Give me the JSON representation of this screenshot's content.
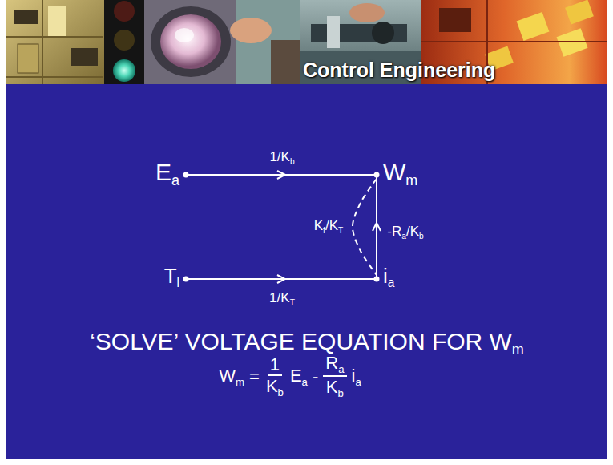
{
  "diagram": {
    "nodes": [
      {
        "text": [
          "Ea"
        ]
      },
      {
        "text": [
          "Wm"
        ]
      },
      {
        "text": [
          "Tl"
        ]
      },
      {
        "text": [
          "ia"
        ]
      }
    ],
    "edges": [
      {
        "from": 0,
        "to": 1,
        "arrow": "to",
        "label": "1/Kb"
      },
      {
        "from": 2,
        "to": 3,
        "arrow": "to",
        "label": "1/KT"
      },
      {
        "from": 3,
        "to": 1,
        "arrow": "to",
        "label": "-Ra/Kb"
      },
      {
        "from": 1,
        "to": 3,
        "arrow": "none",
        "label": "Kf/KT"
      }
    ],
    "labels": [
      "Control Engineering",
      "‘SOLVE’ VOLTAGE EQUATION FOR Wm",
      "Wm",
      "=",
      "1",
      "Kb",
      "Ea",
      "-",
      "Ra",
      "Kb",
      "ia"
    ]
  }
}
